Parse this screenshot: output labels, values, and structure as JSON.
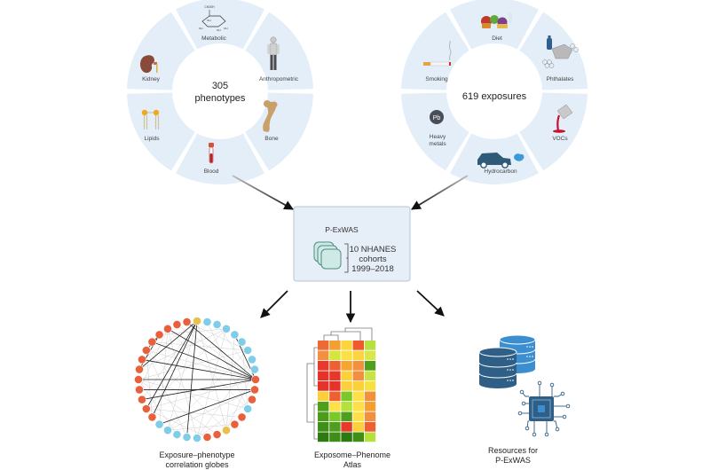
{
  "phenotype_wheel": {
    "center_line1": "305",
    "center_line2": "phenotypes",
    "segments": [
      {
        "label": "Metabolic",
        "icon": "glucose-molecule-icon"
      },
      {
        "label": "Anthropometric",
        "icon": "person-icon"
      },
      {
        "label": "Bone",
        "icon": "bone-icon"
      },
      {
        "label": "Blood",
        "icon": "blood-tube-icon"
      },
      {
        "label": "Lipids",
        "icon": "lipid-molecule-icon"
      },
      {
        "label": "Kidney",
        "icon": "kidney-icon"
      }
    ],
    "glucose_labels": [
      "CH2OH",
      "OH",
      "OH",
      "OH",
      "OH"
    ]
  },
  "exposure_wheel": {
    "center_label": "619 exposures",
    "segments": [
      {
        "label": "Diet",
        "icon": "food-icon"
      },
      {
        "label": "Phthalates",
        "icon": "plastic-bottle-icon"
      },
      {
        "label": "VOCs",
        "icon": "paint-can-icon"
      },
      {
        "label": "Hydrocarbon",
        "icon": "car-exhaust-icon"
      },
      {
        "label": "Heavy metals",
        "label_line1": "Heavy",
        "label_line2": "metals",
        "icon": "lead-pb-icon"
      },
      {
        "label": "Smoking",
        "icon": "cigarette-icon"
      }
    ],
    "lead_symbol": "Pb"
  },
  "central_box": {
    "title": "P-ExWAS",
    "line1": "10 NHANES",
    "line2": "cohorts",
    "line3": "1999–2018"
  },
  "outputs": [
    {
      "caption_line1": "Exposure–phenotype",
      "caption_line2": "correlation globes"
    },
    {
      "caption_line1": "Exposome–Phenome",
      "caption_line2": "Atlas"
    },
    {
      "caption_line1": "Resources for",
      "caption_line2": "P-ExWAS"
    }
  ],
  "colors": {
    "wheel_fill": "#e3eef8",
    "box_fill": "#e6eef8",
    "box_border": "#b8c6d6",
    "node_phenotype": "#e8603c",
    "node_exposure": "#7fcde8",
    "node_highlight": "#e8c04a",
    "database_dark": "#2f5f86",
    "database_light": "#3b8fd0"
  },
  "heatmap": {
    "rows": 10,
    "cols": 5,
    "cells": [
      [
        "#ee6a35",
        "#f4a030",
        "#fcd53c",
        "#ee5a30",
        "#b8e040"
      ],
      [
        "#f29040",
        "#d4e63e",
        "#fde048",
        "#fcd340",
        "#d8e84a"
      ],
      [
        "#e83a2c",
        "#ee6034",
        "#f6a432",
        "#f29040",
        "#4f9e1e"
      ],
      [
        "#e6332a",
        "#e8362b",
        "#fcd03a",
        "#f29040",
        "#c8e444"
      ],
      [
        "#e6332a",
        "#e6332a",
        "#fcd03a",
        "#fcd03a",
        "#f8e040"
      ],
      [
        "#fcd03a",
        "#ee6034",
        "#7cc828",
        "#fde048",
        "#f29040"
      ],
      [
        "#4f9e1e",
        "#fde048",
        "#b6e03c",
        "#fde048",
        "#f4a030"
      ],
      [
        "#4c9c1c",
        "#7cc828",
        "#4f9e1e",
        "#fde048",
        "#f29040"
      ],
      [
        "#3f8e18",
        "#4f9e1e",
        "#e83a2c",
        "#fcd03a",
        "#ee6034"
      ],
      [
        "#2e7a12",
        "#3f8e18",
        "#2e7a12",
        "#3f8e18",
        "#b6e03c"
      ]
    ]
  }
}
